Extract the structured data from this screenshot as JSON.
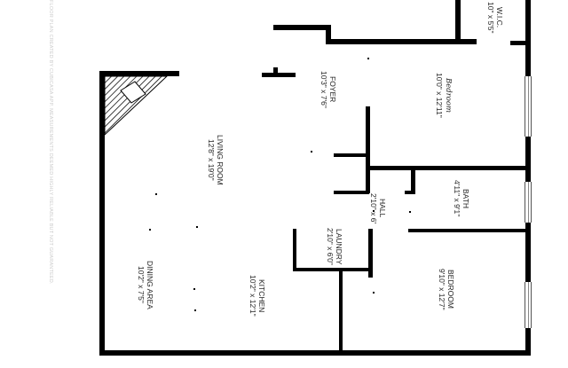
{
  "watermark": "FLOOR PLAN CREATED BY CUBICASA APP. MEASUREMENTS DEEMED HIGHLY RELIABLE BUT NOT GUARANTEED.",
  "rooms": {
    "wic": {
      "name": "W.I.C.",
      "dims": "10\" x 5'5\""
    },
    "foyer": {
      "name": "FOYER",
      "dims": "10'3\" x 7'6\""
    },
    "bedroom1": {
      "name": "Bedroom",
      "dims": "10'0\" x 12'11\""
    },
    "living": {
      "name": "LIVING ROOM",
      "dims": "12'8\" x 19'0\""
    },
    "hall": {
      "name": "HALL",
      "dims": "2'10\" x 6'"
    },
    "bath": {
      "name": "BATH",
      "dims": "4'11\" x 9'1\""
    },
    "laundry": {
      "name": "LAUNDRY",
      "dims": "2'10\" x 6'0\""
    },
    "dining": {
      "name": "DINING AREA",
      "dims": "10'2\" x 7'5\""
    },
    "kitchen": {
      "name": "KITCHEN",
      "dims": "10'2\" x 12'1\""
    },
    "bedroom2": {
      "name": "BEDROOM",
      "dims": "9'10\" x 12'7\""
    }
  },
  "colors": {
    "wall": "#000000",
    "background": "#ffffff"
  }
}
